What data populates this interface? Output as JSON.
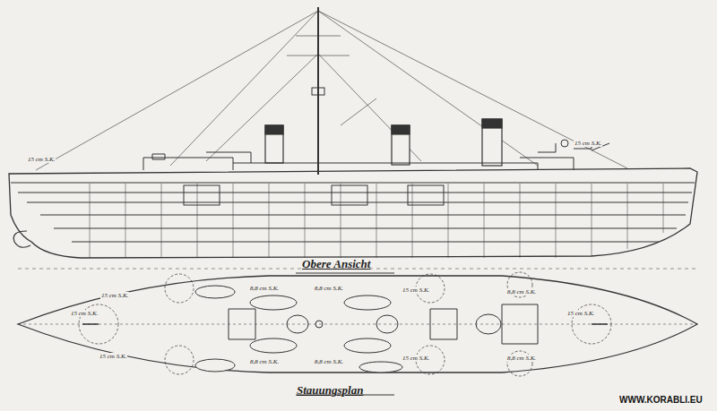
{
  "diagram": {
    "labels": [
      "15 cm S.K.",
      "15 cm S.K.",
      "Obere Ansicht",
      "15 cm S.K.",
      "8,8 cm S.K.",
      "8,8 cm S.K.",
      "15 cm S.K.",
      "8,8 cm S.K.",
      "15 cm S.K.",
      "15 cm S.K.",
      "15 cm S.K.",
      "8,8 cm S.K.",
      "8,8 cm S.K.",
      "15 cm S.K.",
      "8,8 cm S.K.",
      "Stauungsplan",
      "WWW.KORABLI.EU"
    ]
  }
}
